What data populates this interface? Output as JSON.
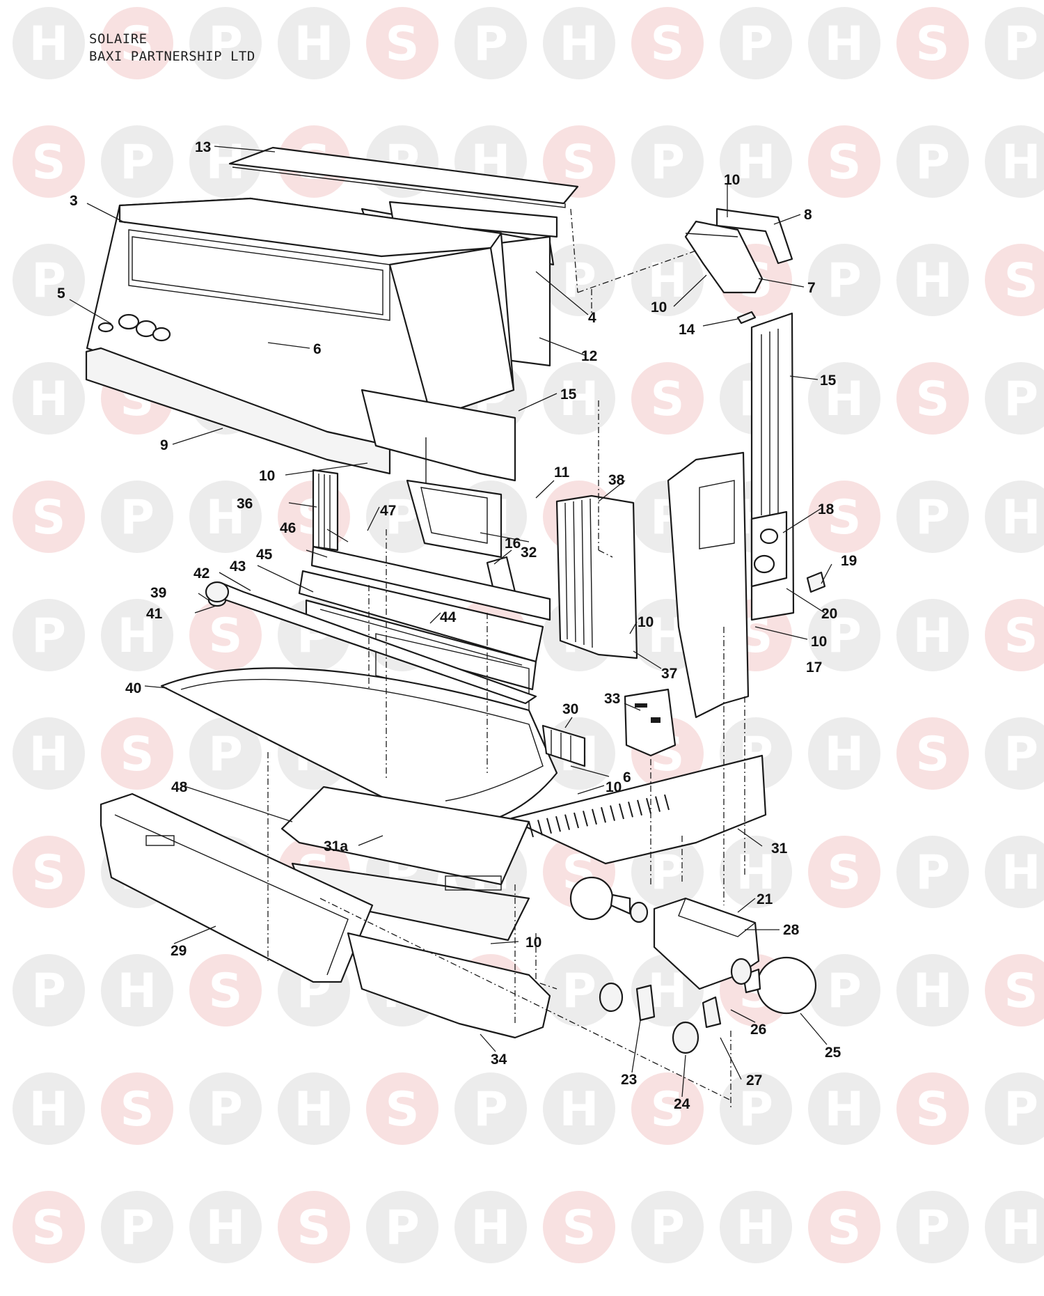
{
  "header": {
    "line1": "SOLAIRE",
    "line2": "BAXI PARTNERSHIP LTD"
  },
  "watermark": {
    "letters": [
      "H",
      "S",
      "P"
    ],
    "circle_color": "#dcdcdc",
    "accent_circle_color": "#f3c9c9",
    "letter_color": "#ffffff"
  },
  "callouts": [
    "13",
    "10",
    "8",
    "3",
    "7",
    "4",
    "10",
    "5",
    "6",
    "14",
    "12",
    "15",
    "15",
    "9",
    "10",
    "11",
    "38",
    "36",
    "47",
    "18",
    "46",
    "16",
    "32",
    "45",
    "19",
    "42",
    "43",
    "39",
    "44",
    "20",
    "41",
    "10",
    "10",
    "17",
    "37",
    "40",
    "30",
    "33",
    "6",
    "48",
    "10",
    "31",
    "31a",
    "21",
    "28",
    "10",
    "29",
    "26",
    "25",
    "34",
    "23",
    "27",
    "24"
  ]
}
